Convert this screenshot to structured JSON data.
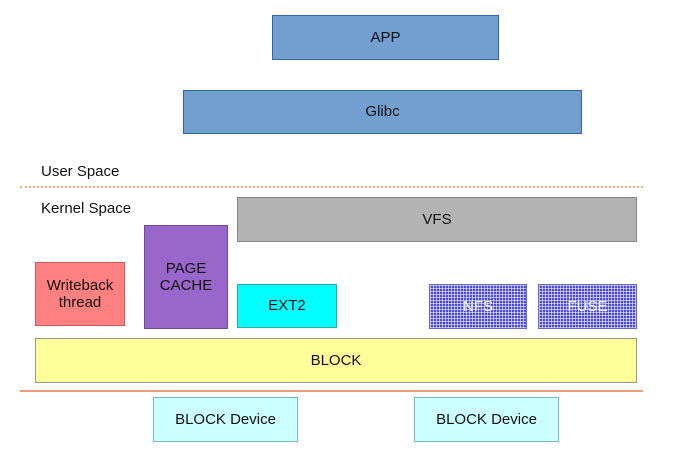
{
  "diagram": {
    "app": "APP",
    "glibc": "Glibc",
    "user_space": "User Space",
    "kernel_space": "Kernel Space",
    "vfs": "VFS",
    "page_cache_line1": "PAGE",
    "page_cache_line2": "CACHE",
    "writeback_line1": "Writeback",
    "writeback_line2": "thread",
    "ext2": "EXT2",
    "nfs": "NFS",
    "fuse": "FUSE",
    "block": "BLOCK",
    "block_device_1": "BLOCK Device",
    "block_device_2": "BLOCK Device"
  },
  "colors": {
    "userspace_boxes": "#729fcf",
    "vfs": "#b3b3b3",
    "page_cache": "#9966cc",
    "writeback": "#ff8080",
    "ext2": "#00ffff",
    "nfs_fuse": "#4d4dd6",
    "block": "#ffff99",
    "block_device": "#ccffff",
    "divider": "#ef9c78"
  }
}
